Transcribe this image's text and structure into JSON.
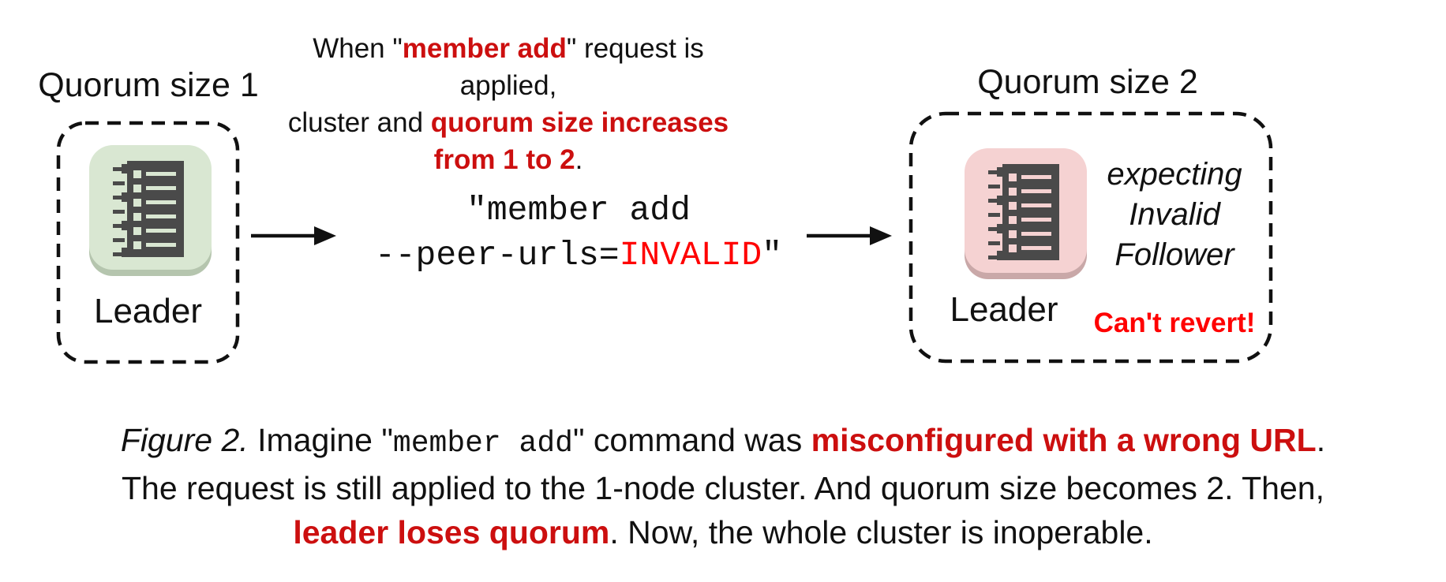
{
  "palette": {
    "red_emphasis": "#cc0f0f",
    "red_code": "#ff0000",
    "node_green_bg": "#d9e7d2",
    "node_green_shadow": "#b5c5ae",
    "node_pink_bg": "#f5d2d2",
    "node_pink_shadow": "#c9a8a8",
    "glyph_gray": "#4a4a4a",
    "text_black": "#111111"
  },
  "left_cluster": {
    "title": "Quorum size 1",
    "node_label": "Leader"
  },
  "right_cluster": {
    "title": "Quorum size 2",
    "node_label": "Leader",
    "expecting": [
      "expecting",
      "Invalid",
      "Follower"
    ],
    "warning": "Can't revert!"
  },
  "annotation": {
    "l1a": "When \"",
    "l1b": "member add",
    "l1c": "\" request is applied,",
    "l2a": "cluster and ",
    "l2b": "quorum size increases",
    "l3a": "from 1 to 2",
    "l3b": "."
  },
  "command": {
    "line1": "\"member add",
    "l2a": "--peer-urls=",
    "l2b": "INVALID",
    "l2c": "\""
  },
  "caption": {
    "fig": "Figure 2.",
    "s1": " Imagine \"",
    "code": "member add",
    "s2": "\" command was ",
    "r1": "misconfigured with a wrong URL",
    "s3": ".",
    "line2": "The request is still applied to the 1-node cluster. And quorum size becomes 2. Then,",
    "r2": "leader loses quorum",
    "s4": ". Now, the whole cluster is inoperable."
  }
}
